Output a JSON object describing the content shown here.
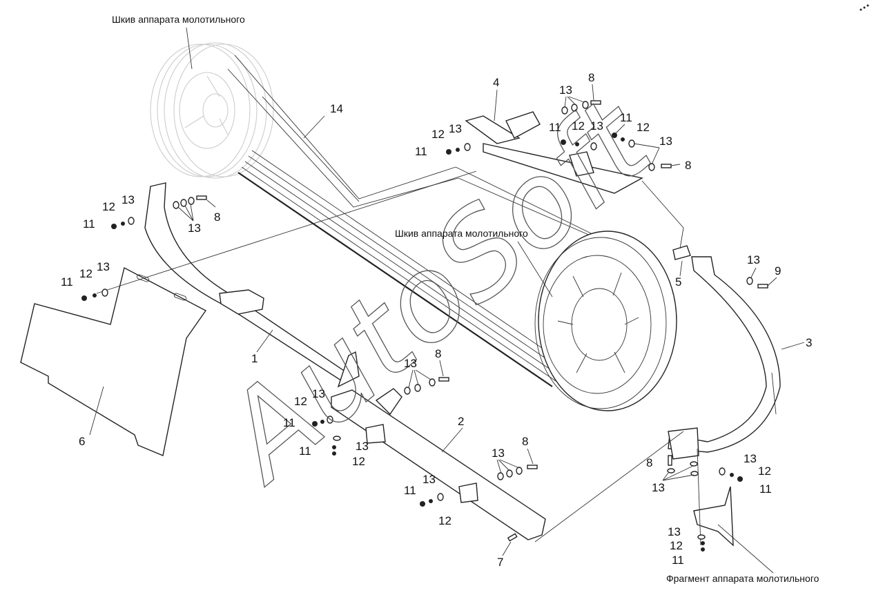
{
  "captions": {
    "pulley_top": "Шкив аппарата молотильного",
    "pulley_center": "Шкив аппарата молотильного",
    "fragment": "Фрагмент аппарата молотильного"
  },
  "watermark": "AutoSoft",
  "callouts": [
    {
      "id": "14",
      "text": "14"
    },
    {
      "id": "4",
      "text": "4"
    },
    {
      "id": "8a",
      "text": "8"
    },
    {
      "id": "13a",
      "text": "13"
    },
    {
      "id": "11a",
      "text": "11"
    },
    {
      "id": "12a",
      "text": "12"
    },
    {
      "id": "13b",
      "text": "13"
    },
    {
      "id": "11b",
      "text": "11"
    },
    {
      "id": "12b",
      "text": "12"
    },
    {
      "id": "13c",
      "text": "13"
    },
    {
      "id": "11c",
      "text": "11"
    },
    {
      "id": "12c",
      "text": "12"
    },
    {
      "id": "13d",
      "text": "13"
    },
    {
      "id": "8b",
      "text": "8"
    },
    {
      "id": "12d",
      "text": "12"
    },
    {
      "id": "13e",
      "text": "13"
    },
    {
      "id": "11d",
      "text": "11"
    },
    {
      "id": "13f",
      "text": "13"
    },
    {
      "id": "8c",
      "text": "8"
    },
    {
      "id": "11e",
      "text": "11"
    },
    {
      "id": "12e",
      "text": "12"
    },
    {
      "id": "13g",
      "text": "13"
    },
    {
      "id": "5",
      "text": "5"
    },
    {
      "id": "13h",
      "text": "13"
    },
    {
      "id": "9",
      "text": "9"
    },
    {
      "id": "3",
      "text": "3"
    },
    {
      "id": "1",
      "text": "1"
    },
    {
      "id": "6",
      "text": "6"
    },
    {
      "id": "13i",
      "text": "13"
    },
    {
      "id": "8d",
      "text": "8"
    },
    {
      "id": "12f",
      "text": "12"
    },
    {
      "id": "13j",
      "text": "13"
    },
    {
      "id": "11f",
      "text": "11"
    },
    {
      "id": "2",
      "text": "2"
    },
    {
      "id": "13k",
      "text": "13"
    },
    {
      "id": "11g",
      "text": "11"
    },
    {
      "id": "12g",
      "text": "12"
    },
    {
      "id": "8e",
      "text": "8"
    },
    {
      "id": "13l",
      "text": "13"
    },
    {
      "id": "13m",
      "text": "13"
    },
    {
      "id": "11h",
      "text": "11"
    },
    {
      "id": "12h",
      "text": "12"
    },
    {
      "id": "7",
      "text": "7"
    },
    {
      "id": "8f",
      "text": "8"
    },
    {
      "id": "13n",
      "text": "13"
    },
    {
      "id": "13o",
      "text": "13"
    },
    {
      "id": "12i",
      "text": "12"
    },
    {
      "id": "11i",
      "text": "11"
    },
    {
      "id": "13p",
      "text": "13"
    },
    {
      "id": "12j",
      "text": "12"
    },
    {
      "id": "11j",
      "text": "11"
    }
  ]
}
